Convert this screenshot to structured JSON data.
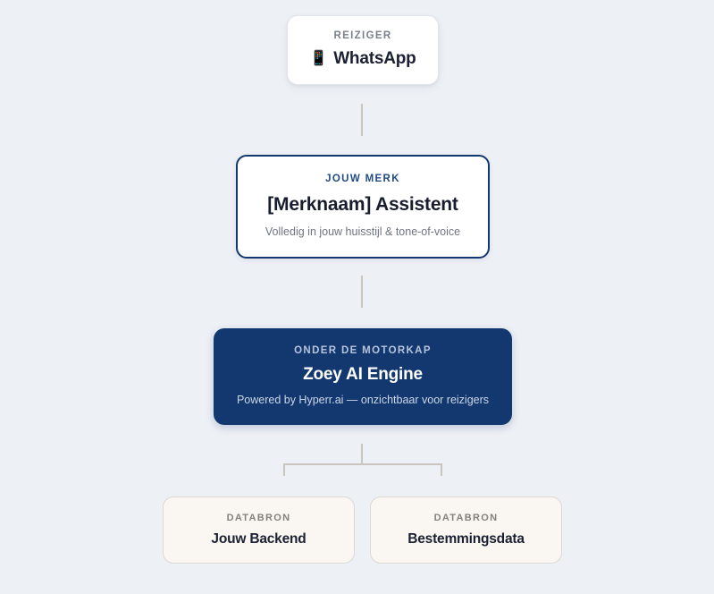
{
  "diagram": {
    "background_color": "#edf0f5",
    "accent_navy": "#13386f",
    "connector_color": "#c9c6c0",
    "nodes": [
      {
        "id": "traveller",
        "eyebrow": "REIZIGER",
        "title": "WhatsApp",
        "icon": "mobile-phone-icon",
        "icon_glyph": "📱",
        "style": "white-card"
      },
      {
        "id": "brand",
        "eyebrow": "JOUW MERK",
        "title": "[Merknaam] Assistent",
        "subtitle": "Volledig in jouw huisstijl & tone-of-voice",
        "style": "white-card-navy-outline"
      },
      {
        "id": "engine",
        "eyebrow": "ONDER DE MOTORKAP",
        "title": "Zoey AI Engine",
        "subtitle": "Powered by Hyperr.ai — onzichtbaar voor reizigers",
        "style": "navy-filled-card"
      },
      {
        "id": "source-backend",
        "eyebrow": "DATABRON",
        "title": "Jouw Backend",
        "style": "cream-card"
      },
      {
        "id": "source-destination",
        "eyebrow": "DATABRON",
        "title": "Bestemmingsdata",
        "style": "cream-card"
      }
    ]
  }
}
